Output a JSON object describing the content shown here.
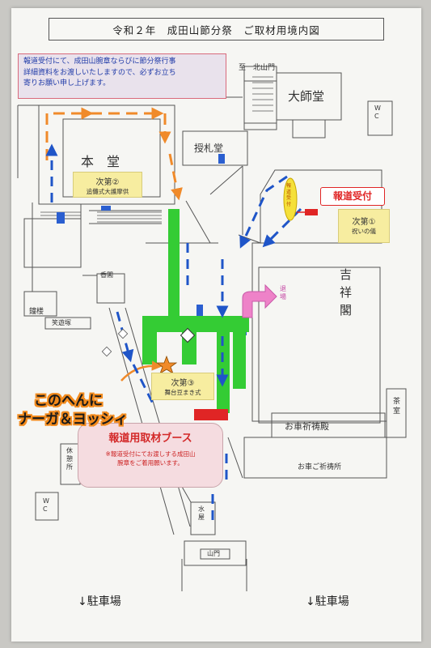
{
  "title": "令和２年　成田山節分祭　ご取材用境内図",
  "notice": {
    "line1": "報道受付にて、成田山腕章ならびに節分祭行事",
    "line2": "詳細資料をお渡しいたしますので、必ずお立ち",
    "line3": "寄りお願い申し上げます。"
  },
  "places": {
    "to_kitayamamon": "至　北山門",
    "daishido": "大師堂",
    "wc_right": "W\nC",
    "hondo": "本　堂",
    "juyodo": "授札堂",
    "kichijokaku": "吉\n祥\n閣",
    "koukaku": "香閣",
    "shoro": "鐘楼",
    "shoyuzuka": "笑遊塚",
    "kyukeijo": "休\n憩\n所",
    "wc_left": "W\nC",
    "suisha": "水\n屋",
    "sanmon": "山門",
    "kuruma_kitouden": "お車祈祷殿",
    "kuruma_kitoujo": "お車ご祈祷所",
    "chashitsu": "茶\n室",
    "exit": "退\n場",
    "press_marker": "報\n道\n受\n付"
  },
  "steps": {
    "step1_title": "次第①",
    "step1_sub": "祝いの儀",
    "step2_title": "次第②",
    "step2_sub": "追儺式大護摩供",
    "step3_title": "次第③",
    "step3_sub": "舞台豆まき式"
  },
  "press_reception": "報道受付",
  "booth": {
    "title": "報道用取材ブース",
    "note1": "※報道受付にてお渡しする成田山",
    "note2": "腕章をご着用願います。"
  },
  "callout": {
    "line1": "このへんに",
    "line2": "ナーガ＆ヨッシィ"
  },
  "parking_left": "↓駐車場",
  "parking_right": "↓駐車場",
  "colors": {
    "route_blue": "#1f55c8",
    "route_orange": "#f08a2a",
    "stage_green": "#33cc33",
    "press_red": "#e02525"
  }
}
